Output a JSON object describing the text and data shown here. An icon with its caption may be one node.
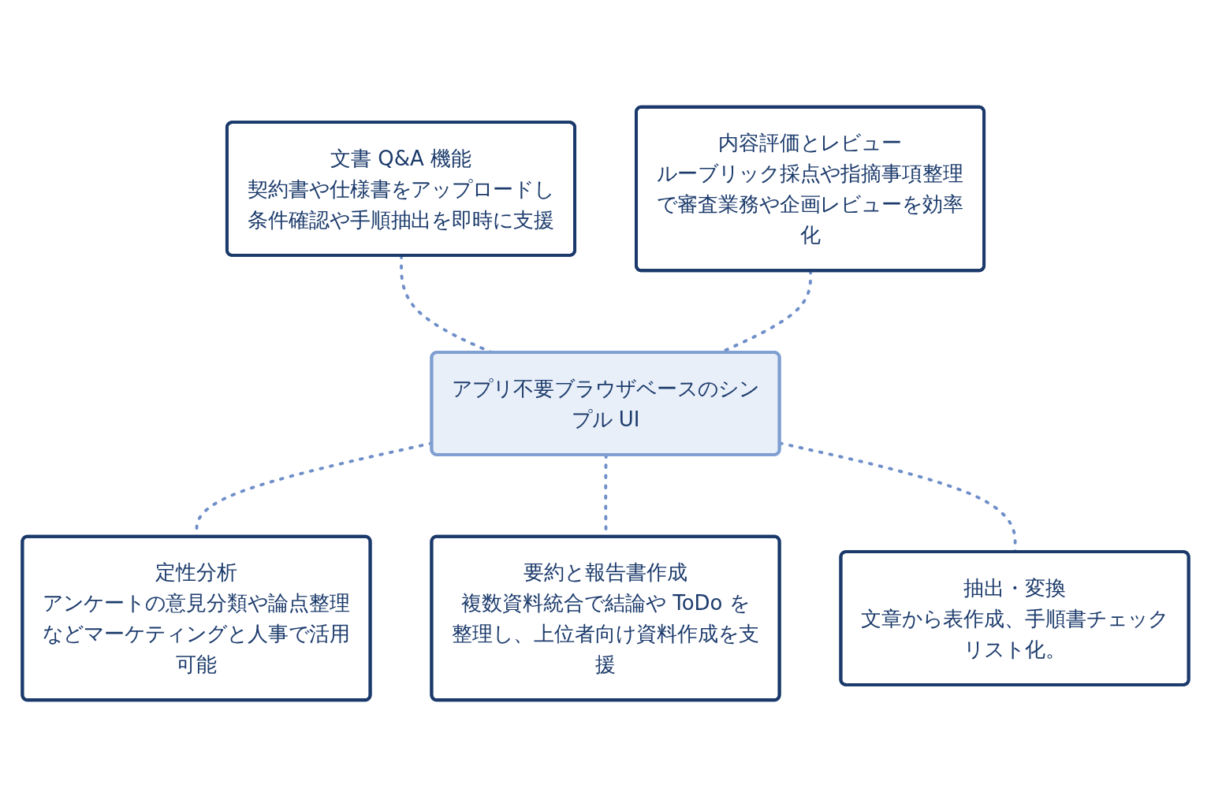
{
  "diagram": {
    "nodes": [
      {
        "text": [
          "文書 Q&A 機能",
          "契約書や仕様書をアップロードし条件確認や手順抽出を即時に支援"
        ]
      },
      {
        "text": [
          "内容評価とレビュー",
          "ルーブリック採点や指摘事項整理で審査業務や企画レビューを効率化"
        ]
      },
      {
        "text": [
          "アプリ不要ブラウザベースのシンプル UI"
        ]
      },
      {
        "text": [
          "定性分析",
          "アンケートの意見分類や論点整理などマーケティングと人事で活用可能"
        ]
      },
      {
        "text": [
          "要約と報告書作成",
          "複数資料統合で結論や ToDo を整理し、上位者向け資料作成を支援"
        ]
      },
      {
        "text": [
          "抽出・変換",
          "文章から表作成、手順書チェックリスト化。"
        ]
      }
    ],
    "edges": [
      {
        "from": 0,
        "to": 2,
        "arrow": "none",
        "style": "dashed"
      },
      {
        "from": 1,
        "to": 2,
        "arrow": "none",
        "style": "dashed"
      },
      {
        "from": 2,
        "to": 3,
        "arrow": "none",
        "style": "dashed"
      },
      {
        "from": 2,
        "to": 4,
        "arrow": "none",
        "style": "dashed"
      },
      {
        "from": 2,
        "to": 5,
        "arrow": "none",
        "style": "dashed"
      }
    ]
  }
}
